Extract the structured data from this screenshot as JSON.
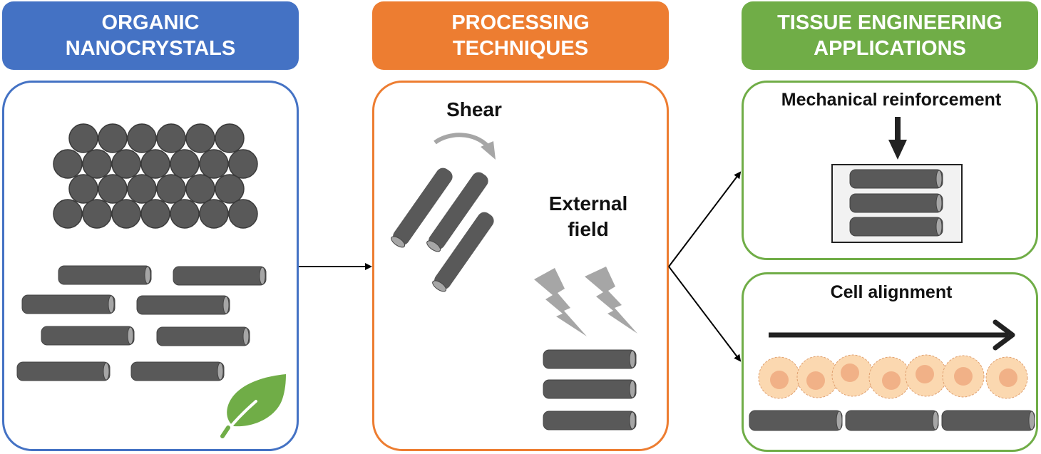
{
  "colors": {
    "blue": "#4472c4",
    "orange": "#ed7d31",
    "green": "#70ad47",
    "rod": "#595959",
    "rod_cap": "#a6a6a6",
    "lightning": "#a6a6a6",
    "cell_body": "#fbd8b0",
    "cell_nucleus": "#f1b187",
    "arrow": "#000000"
  },
  "columns": [
    {
      "id": "organic",
      "header_line1": "ORGANIC",
      "header_line2": "NANOCRYSTALS"
    },
    {
      "id": "processing",
      "header_line1": "PROCESSING",
      "header_line2": "TECHNIQUES"
    },
    {
      "id": "applications",
      "header_line1": "TISSUE ENGINEERING",
      "header_line2": "APPLICATIONS"
    }
  ],
  "processing": {
    "shear_label": "Shear",
    "field_label_line1": "External",
    "field_label_line2": "field"
  },
  "applications": {
    "mechanical_label": "Mechanical reinforcement",
    "cell_label": "Cell alignment"
  },
  "icons": {
    "leaf": "leaf-icon",
    "lightning": "lightning-icon",
    "shear_arrow": "curved-arrow-icon"
  }
}
